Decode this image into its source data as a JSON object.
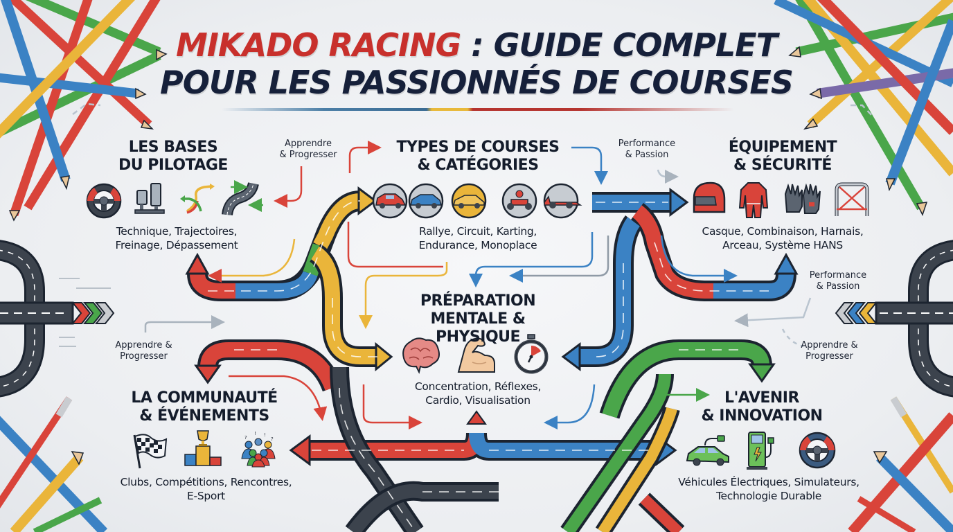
{
  "title": {
    "brand": "MIKADO RACING",
    "line1_rest": " : GUIDE COMPLET",
    "line2": "POUR LES PASSIONNÉS DE COURSES",
    "rule_colors": [
      "#3a6b93",
      "#e8b93a",
      "#b5342f"
    ]
  },
  "sections": {
    "bases": {
      "title_line1": "LES BASES",
      "title_line2": "DU PILOTAGE",
      "desc_line1": "Technique, Trajectoires,",
      "desc_line2": "Freinage, Dépassement",
      "icons": [
        "steering-wheel-icon",
        "pedals-icon",
        "trajectory-arrows-icon",
        "winding-road-icon"
      ]
    },
    "types": {
      "title_line1": "TYPES DE COURSES",
      "title_line2": "& CATÉGORIES",
      "desc_line1": "Rallye, Circuit, Karting,",
      "desc_line2": "Endurance, Monoplace",
      "icons": [
        "rally-car-icon",
        "circuit-car-icon",
        "endurance-car-icon",
        "kart-icon",
        "formula-car-icon"
      ]
    },
    "equipement": {
      "title_line1": "ÉQUIPEMENT",
      "title_line2": "& SÉCURITÉ",
      "desc_line1": "Casque, Combinaison, Harnais,",
      "desc_line2": "Arceau, Système HANS",
      "icons": [
        "helmet-icon",
        "racing-suit-icon",
        "gloves-icon",
        "roll-cage-icon"
      ]
    },
    "preparation": {
      "title_line1": "PRÉPARATION",
      "title_line2": "MENTALE & PHYSIQUE",
      "desc_line1": "Concentration, Réflexes,",
      "desc_line2": "Cardio, Visualisation",
      "icons": [
        "brain-icon",
        "flexed-arm-icon",
        "stopwatch-icon"
      ]
    },
    "communaute": {
      "title_line1": "LA COMMUNAUTÉ",
      "title_line2": "& ÉVÉNEMENTS",
      "desc_line1": "Clubs, Compétitions, Rencontres,",
      "desc_line2": "E-Sport",
      "icons": [
        "checkered-flag-icon",
        "trophy-podium-icon",
        "crowd-icon"
      ]
    },
    "avenir": {
      "title_line1": "L'AVENIR",
      "title_line2": "& INNOVATION",
      "desc_line1": "Véhicules Électriques, Simulateurs,",
      "desc_line2": "Technologie Durable",
      "icons": [
        "electric-car-icon",
        "charging-station-icon",
        "sim-wheel-icon"
      ]
    }
  },
  "notes": [
    {
      "line1": "Apprendre",
      "line2": "& Progresser"
    },
    {
      "line1": "Performance",
      "line2": "& Passion"
    },
    {
      "line1": "Performance",
      "line2": "& Passion"
    },
    {
      "line1": "Apprendre &",
      "line2": "Progresser"
    },
    {
      "line1": "Apprendre &",
      "line2": "Progresser"
    }
  ],
  "colors": {
    "red": "#d9443a",
    "blue": "#3b82c4",
    "yellow": "#eab53a",
    "green": "#4aa64a",
    "road": "#3c434d",
    "outline": "#1c2430",
    "purple": "#7a6aa8"
  }
}
